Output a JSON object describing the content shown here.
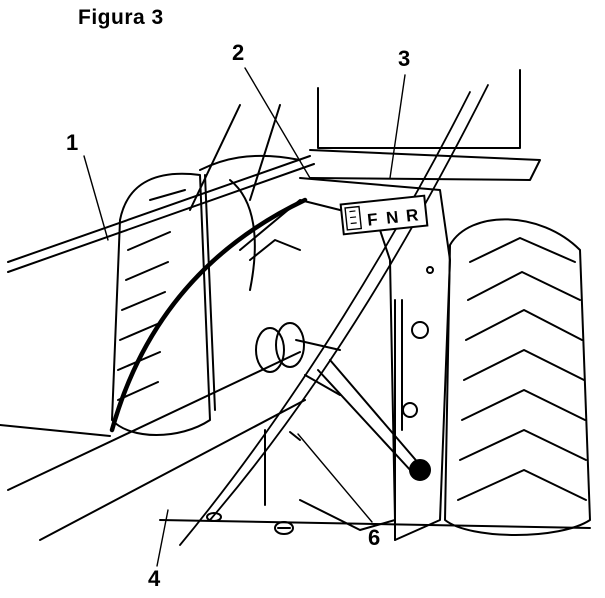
{
  "figure": {
    "title": "Figura 3"
  },
  "callouts": [
    {
      "id": "1",
      "label": "1"
    },
    {
      "id": "2",
      "label": "2"
    },
    {
      "id": "3",
      "label": "3"
    },
    {
      "id": "4",
      "label": "4"
    },
    {
      "id": "6",
      "label": "6"
    }
  ],
  "gear_selector": {
    "positions": [
      "F",
      "N",
      "R"
    ]
  }
}
